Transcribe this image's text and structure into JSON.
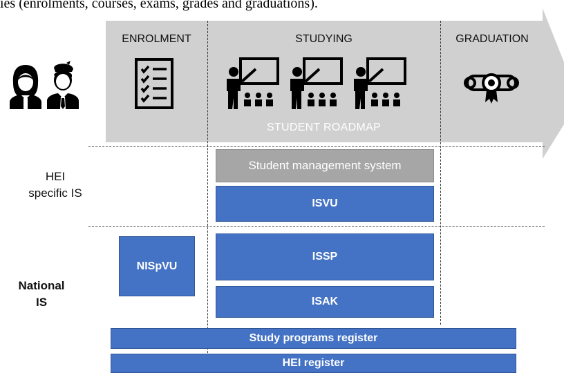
{
  "caption": "ies (enrolments, courses, exams, grades and graduations).",
  "roadmap": {
    "stages": {
      "enrolment": "ENROLMENT",
      "studying": "STUDYING",
      "graduation": "GRADUATION"
    },
    "label": "STUDENT ROADMAP",
    "arrow_color": "#d0d0d0"
  },
  "rows": {
    "hei": {
      "line1": "HEI",
      "line2": "specific IS"
    },
    "national": {
      "line1": "National",
      "line2": "IS"
    }
  },
  "systems": {
    "sms": "Student management system",
    "isvu": "ISVU",
    "nispvu": "NISpVU",
    "issp": "ISSP",
    "isak": "ISAK",
    "study_programs_register": "Study programs register",
    "hei_register": "HEI register"
  },
  "colors": {
    "blue": "#4472c4",
    "gray_box": "#a6a6a6"
  },
  "icons": [
    "female-student-icon",
    "male-student-icon",
    "checklist-icon",
    "teacher-classroom-icon",
    "diploma-icon"
  ]
}
